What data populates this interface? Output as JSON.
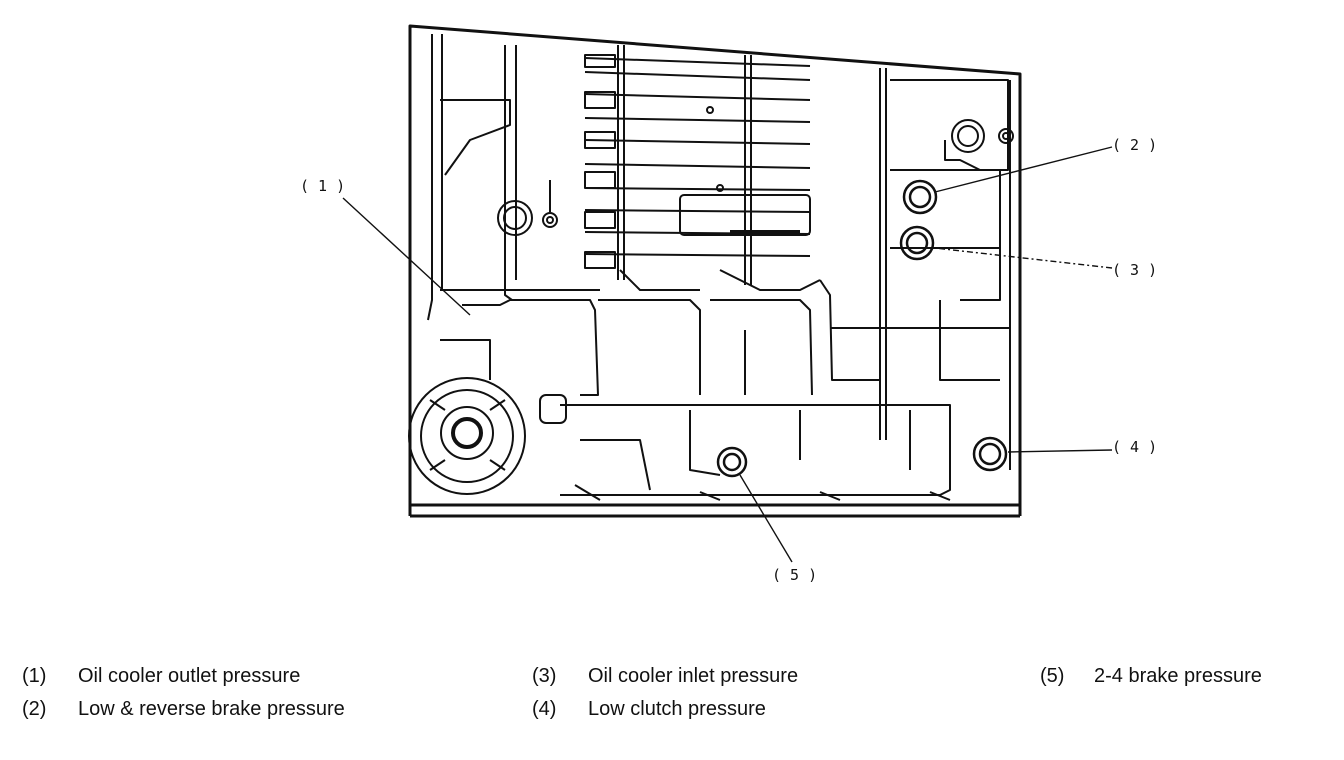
{
  "callouts": [
    {
      "id": "1",
      "label": "( 1 )"
    },
    {
      "id": "2",
      "label": "( 2 )"
    },
    {
      "id": "3",
      "label": "( 3 )"
    },
    {
      "id": "4",
      "label": "( 4 )"
    },
    {
      "id": "5",
      "label": "( 5 )"
    }
  ],
  "legend": [
    {
      "num": "(1)",
      "text": "Oil cooler outlet pressure"
    },
    {
      "num": "(2)",
      "text": "Low & reverse brake pressure"
    },
    {
      "num": "(3)",
      "text": "Oil cooler inlet pressure"
    },
    {
      "num": "(4)",
      "text": "Low clutch pressure"
    },
    {
      "num": "(5)",
      "text": "2-4 brake pressure"
    }
  ]
}
